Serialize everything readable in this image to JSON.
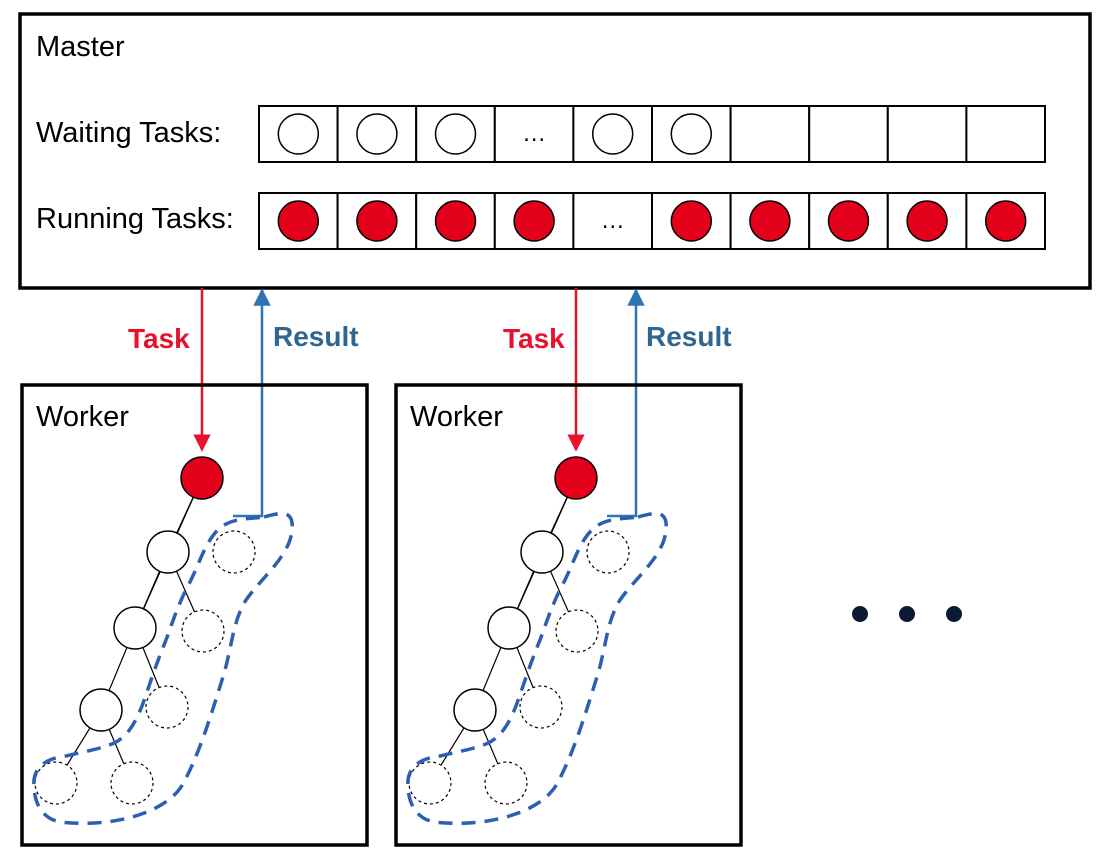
{
  "master": {
    "label": "Master",
    "waiting_label": "Waiting Tasks:",
    "running_label": "Running Tasks:",
    "waiting_cells": [
      "circle",
      "circle",
      "circle",
      "ellipsis",
      "circle",
      "circle",
      "empty",
      "empty",
      "empty",
      "empty"
    ],
    "running_cells": [
      "circle",
      "circle",
      "circle",
      "circle",
      "ellipsis",
      "circle",
      "circle",
      "circle",
      "circle",
      "circle"
    ],
    "ellipsis_text": "…"
  },
  "arrows": {
    "task_label": "Task",
    "result_label": "Result"
  },
  "workers": [
    {
      "label": "Worker"
    },
    {
      "label": "Worker"
    }
  ],
  "colors": {
    "task": "#e8112d",
    "result": "#2e75b6",
    "result_label": "#2f6690",
    "running_fill": "#e3001b",
    "dashed": "#2b5fb0"
  }
}
